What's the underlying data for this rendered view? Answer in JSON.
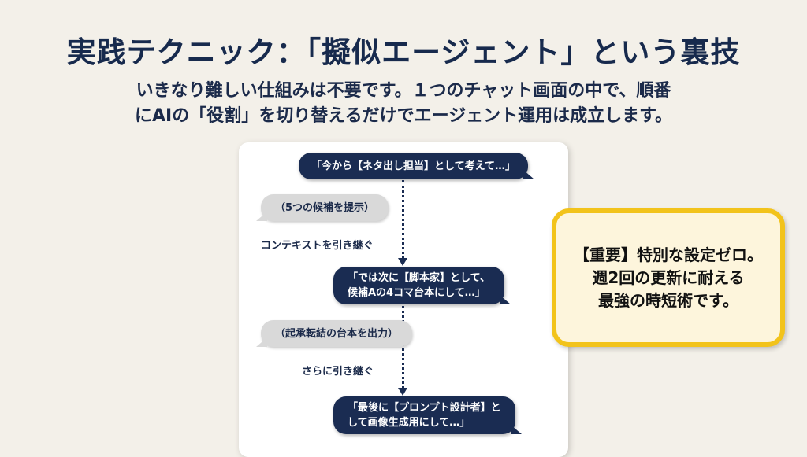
{
  "title": "実践テクニック：「擬似エージェント」という裏技",
  "subtitle": {
    "line1": "いきなり難しい仕組みは不要です。１つのチャット画面の中で、順番",
    "line2": "にAIの「役割」を切り替えるだけでエージェント運用は成立します。"
  },
  "flow": {
    "step1_user": "「今から【ネタ出し担当】として考えて…」",
    "step1_ai": "（5つの候補を提示）",
    "transition1": "コンテキストを引き継ぐ",
    "step2_user_line1": "「では次に【脚本家】として、",
    "step2_user_line2": "候補Aの4コマ台本にして…」",
    "step2_ai": "（起承転結の台本を出力）",
    "transition2": "さらに引き継ぐ",
    "step3_user_line1": "「最後に【プロンプト設計者】と",
    "step3_user_line2": "して画像生成用にして…」"
  },
  "callout": {
    "line1": "【重要】特別な設定ゼロ。",
    "line2": "週2回の更新に耐える",
    "line3": "最強の時短術です。"
  },
  "colors": {
    "background": "#f3f0e9",
    "navy": "#1a2c52",
    "ai_bubble": "#d9d9d9",
    "callout_border": "#f2c31b",
    "callout_fill": "#fdf5dc"
  }
}
